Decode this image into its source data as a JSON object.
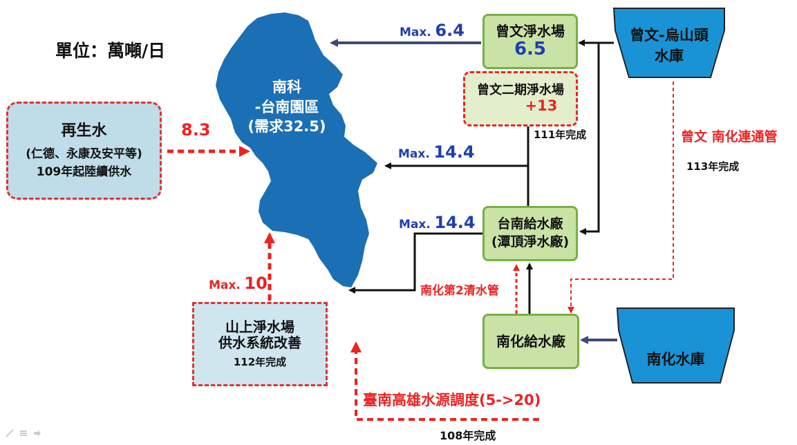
{
  "unit": "單位：萬噸/日",
  "region": {
    "line1": "南科",
    "line2": "-台南園區",
    "line3": "(需求32.5)"
  },
  "recycled": {
    "title": "再生水",
    "detail": "(仁德、永康及安平等)",
    "note": "109年起陸續供水"
  },
  "zengwen_plant": {
    "name": "曾文淨水場",
    "value": "6.5"
  },
  "zengwen_phase2": {
    "name": "曾文二期淨水場",
    "value": "+13"
  },
  "tainan_plant": {
    "line1": "台南給水廠",
    "line2": "(潭頂淨水廠)"
  },
  "nanhua_plant": {
    "name": "南化給水廠"
  },
  "shanshang": {
    "line1": "山上淨水場",
    "line2": "供水系統改善",
    "note": "112年完成"
  },
  "reservoir_top": {
    "line1": "曾文-烏山頭",
    "line2": "水庫"
  },
  "reservoir_bottom": {
    "name": "南化水庫"
  },
  "flows": {
    "f1_prefix": "Max.",
    "f1_value": "6.4",
    "f2_prefix": "Max.",
    "f2_value": "14.4",
    "f3_prefix": "Max.",
    "f3_value": "14.4",
    "f4_prefix": "Max.",
    "f4_value": "10",
    "recycled_value": "8.3"
  },
  "notes": {
    "phase2_done": "111年完成",
    "pipeline_name": "曾文 南化連通管",
    "pipeline_done": "113年完成",
    "pipe2": "南化第2清水管",
    "dispatch": "臺南高雄水源調度(5->20)",
    "dispatch_done": "108年完成"
  },
  "colors": {
    "region": "#1b6fb5",
    "reservoir": "#1a93d6",
    "flow_blue": "#1f3fb0",
    "flow_red": "#ee2222"
  }
}
